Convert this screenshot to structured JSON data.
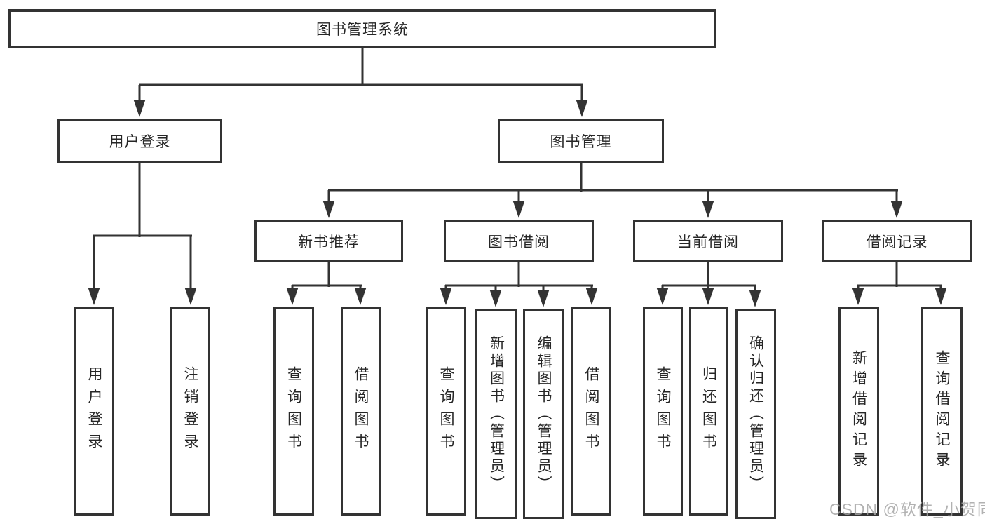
{
  "tree": {
    "root": "图书管理系统",
    "children": [
      {
        "label": "用户登录",
        "children": [
          {
            "label": "用户登录"
          },
          {
            "label": "注销登录"
          }
        ]
      },
      {
        "label": "图书管理",
        "children": [
          {
            "label": "新书推荐",
            "children": [
              {
                "label": "查询图书"
              },
              {
                "label": "借阅图书"
              }
            ]
          },
          {
            "label": "图书借阅",
            "children": [
              {
                "label": "查询图书"
              },
              {
                "label": "新增图书（管理员）"
              },
              {
                "label": "编辑图书（管理员）"
              },
              {
                "label": "借阅图书"
              }
            ]
          },
          {
            "label": "当前借阅",
            "children": [
              {
                "label": "查询图书"
              },
              {
                "label": "归还图书"
              },
              {
                "label": "确认归还（管理员）"
              }
            ]
          },
          {
            "label": "借阅记录",
            "children": [
              {
                "label": "新增借阅记录"
              },
              {
                "label": "查询借阅记录"
              }
            ]
          }
        ]
      }
    ]
  },
  "watermark": "CSDN @软件_小贺同学",
  "colors": {
    "line": "#333333",
    "box_border": "#333333",
    "text": "#262626",
    "watermark": "#a4a4a4",
    "background": "#ffffff"
  }
}
